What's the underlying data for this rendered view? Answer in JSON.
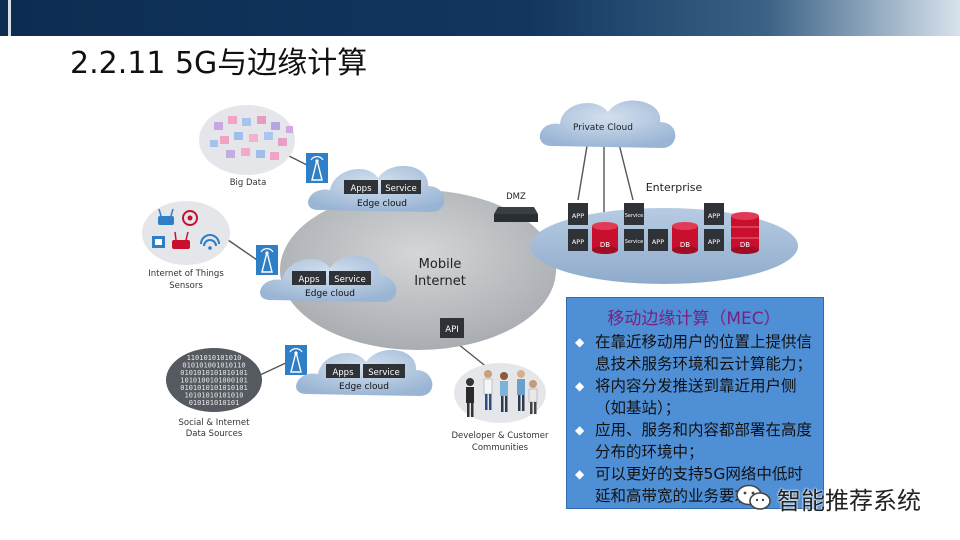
{
  "slide": {
    "title": "2.2.11 5G与边缘计算"
  },
  "diagram": {
    "big_data_label": "Big Data",
    "iot_label_line1": "Internet of Things",
    "iot_label_line2": "Sensors",
    "social_label_line1": "Social & Internet",
    "social_label_line2": "Data Sources",
    "edge_clouds": [
      {
        "apps": "Apps",
        "service": "Service",
        "label": "Edge cloud"
      },
      {
        "apps": "Apps",
        "service": "Service",
        "label": "Edge cloud"
      },
      {
        "apps": "Apps",
        "service": "Service",
        "label": "Edge cloud"
      }
    ],
    "mobile_internet_line1": "Mobile",
    "mobile_internet_line2": "Internet",
    "api_label": "API",
    "dmz_label": "DMZ",
    "private_cloud_label": "Private Cloud",
    "enterprise_label": "Enterprise",
    "app_label": "APP",
    "service_small_label": "Service",
    "db_label": "DB",
    "developer_label_line1": "Developer & Customer",
    "developer_label_line2": "Communities",
    "binary_lines": [
      "1101010101010",
      "010101001010110",
      "0101010101010101",
      "1010100101000101",
      "0101010101010101",
      "10101010101010",
      "010101010101"
    ]
  },
  "mec": {
    "title": "移动边缘计算（MEC）",
    "items": [
      "在靠近移动用户的位置上提供信息技术服务环境和云计算能力；",
      "将内容分发推送到靠近用户侧（如基站）；",
      "应用、服务和内容都部署在高度分布的环境中；",
      "可以更好的支持5G网络中低时延和高带宽的业务要求。"
    ]
  },
  "watermark": {
    "text": "智能推荐系统"
  },
  "colors": {
    "topbar": "#12365f",
    "cloud_gray": "#bcc0c4",
    "cloud_blue": "#a9c1dd",
    "dark_box": "#2f3337",
    "db_red": "#c8102e",
    "tower_blue": "#2f7fc6",
    "mec_bg": "#4f8fd6",
    "mec_title": "#7b1f7f"
  }
}
